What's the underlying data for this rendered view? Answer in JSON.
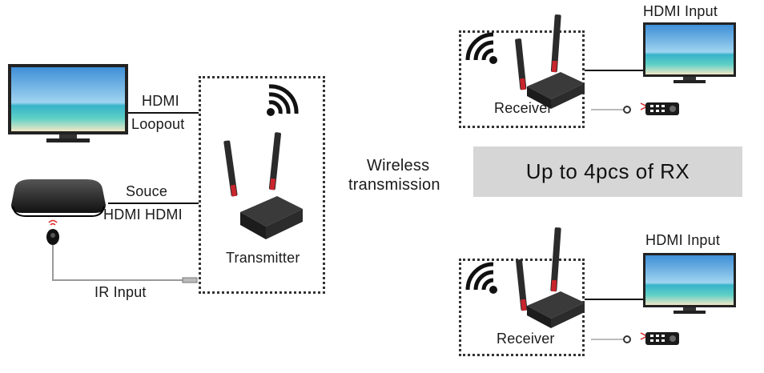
{
  "source_section": {
    "hdmi_label": "HDMI",
    "loopout_label": "Loopout",
    "souce_label": "Souce",
    "hdmi_hdmi_label": "HDMI HDMI",
    "ir_input_label": "IR Input"
  },
  "transmitter": {
    "label": "Transmitter"
  },
  "wireless": {
    "line1": "Wireless",
    "line2": "transmission",
    "banner": "Up to 4pcs of  RX"
  },
  "receivers": [
    {
      "label": "Receiver",
      "tv_label": "HDMI  Input"
    },
    {
      "label": "Receiver",
      "tv_label": "HDMI  Input"
    }
  ],
  "colors": {
    "banner_bg": "#d6d6d6",
    "antenna_tip": "#c8252c",
    "device_body": "#2b2b2b"
  }
}
